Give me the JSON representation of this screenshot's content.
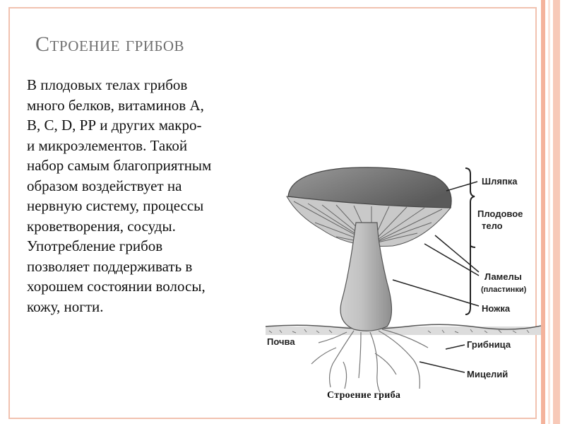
{
  "slide": {
    "title": "Строение грибов",
    "body_lines": [
      "В плодовых телах грибов",
      "много белков, витаминов А,",
      "В, С, D, РР и других  макро-",
      "и микроэлементов. Такой",
      "набор самым благоприятным",
      "образом воздействует на",
      "нервную систему, процессы",
      "кроветворения, сосуды.",
      "Употребление грибов",
      "позволяет поддерживать в",
      "хорошем состоянии волосы,",
      "кожу, ногти."
    ]
  },
  "diagram": {
    "labels": {
      "cap": "Шляпка",
      "fruit_body_line1": "Плодовое",
      "fruit_body_line2": "тело",
      "lamellae": "Ламелы",
      "lamellae_note": "(пластинки)",
      "stem": "Ножка",
      "soil": "Почва",
      "mycelium_strand": "Грибница",
      "mycelium": "Мицелий"
    },
    "caption": "Строение гриба"
  },
  "colors": {
    "border": "#f1c2b0",
    "deco_bar_dark": "#f4b39c",
    "deco_bar_light": "#fbe3d9",
    "title": "#6f6f6f",
    "text": "#111111"
  }
}
